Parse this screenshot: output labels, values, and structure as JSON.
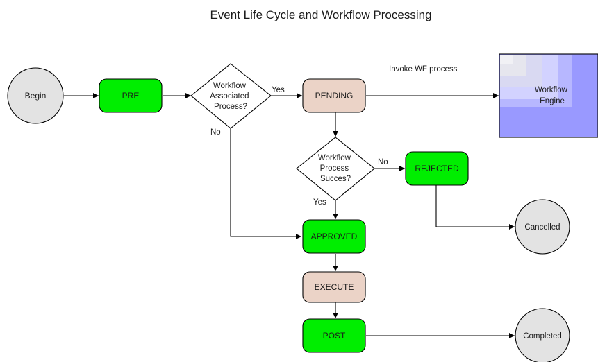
{
  "diagram": {
    "title": "Event Life Cycle and Workflow Processing",
    "nodes": {
      "begin": "Begin",
      "pre": "PRE",
      "decision1": [
        "Workflow",
        "Associated",
        "Process?"
      ],
      "pending": "PENDING",
      "engine": [
        "Workflow",
        "Engine"
      ],
      "decision2": [
        "Workflow",
        "Process",
        "Succes?"
      ],
      "rejected": "REJECTED",
      "approved": "APPROVED",
      "execute": "EXECUTE",
      "post": "POST",
      "cancelled": "Cancelled",
      "completed": "Completed"
    },
    "edge_labels": {
      "d1_yes": "Yes",
      "d1_no": "No",
      "invoke": "Invoke WF process",
      "d2_no": "No",
      "d2_yes": "Yes"
    }
  },
  "colors": {
    "state_green": "#00ee00",
    "state_tan": "#ebd3c7",
    "terminal_gray": "#e3e3e3",
    "engine_blue": "#9999ff",
    "line": "#000000"
  }
}
